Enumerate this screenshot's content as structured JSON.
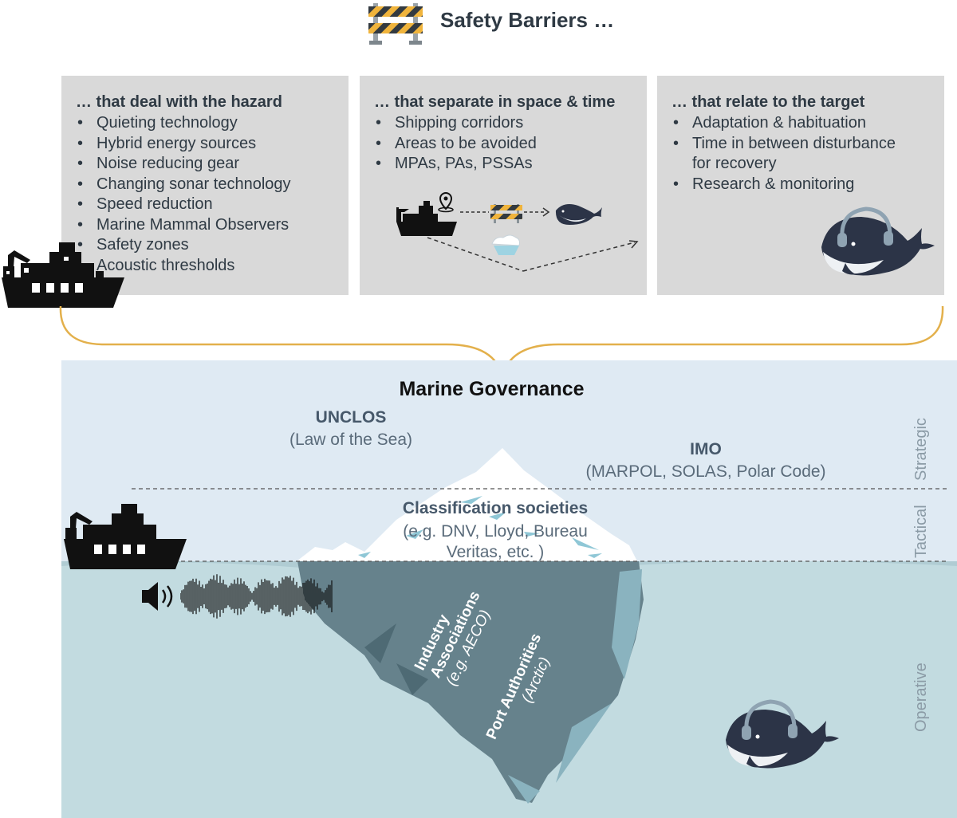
{
  "title": "Safety Barriers …",
  "panels": [
    {
      "heading": "… that deal with the hazard",
      "items": [
        "Quieting technology",
        "Hybrid energy sources",
        "Noise reducing gear",
        "Changing sonar technology",
        "Speed reduction",
        "Marine Mammal Observers",
        "Safety zones",
        "Acoustic thresholds"
      ]
    },
    {
      "heading": "… that separate in space & time",
      "items": [
        "Shipping corridors",
        "Areas to be avoided",
        "MPAs, PAs, PSSAs"
      ]
    },
    {
      "heading": "… that relate to the target",
      "items": [
        "Adaptation & habituation",
        "Time in between disturbance",
        "for recovery",
        "Research & monitoring"
      ]
    }
  ],
  "governance": {
    "title": "Marine Governance",
    "unclos": {
      "heading": "UNCLOS",
      "sub": "(Law of the Sea)"
    },
    "imo": {
      "heading": "IMO",
      "sub": "(MARPOL, SOLAS, Polar Code)"
    },
    "classification": {
      "heading": "Classification societies",
      "sub1": "(e.g. DNV, Lloyd, Bureau",
      "sub2": "Veritas, etc. )"
    },
    "industry": {
      "line1": "Industry",
      "line2": "Associations",
      "line3": "(e.g. AECO)"
    },
    "port": {
      "line1": "Port Authorities",
      "line2": "(Arctic)"
    },
    "levels": {
      "strategic": "Strategic",
      "tactical": "Tactical",
      "operative": "Operative"
    }
  },
  "colors": {
    "panel": "#d9d9d9",
    "sky": "#dfeaf3",
    "sea": "#c2dbe0",
    "iceberg_under": "#66828c",
    "bracket": "#e3b04b"
  }
}
